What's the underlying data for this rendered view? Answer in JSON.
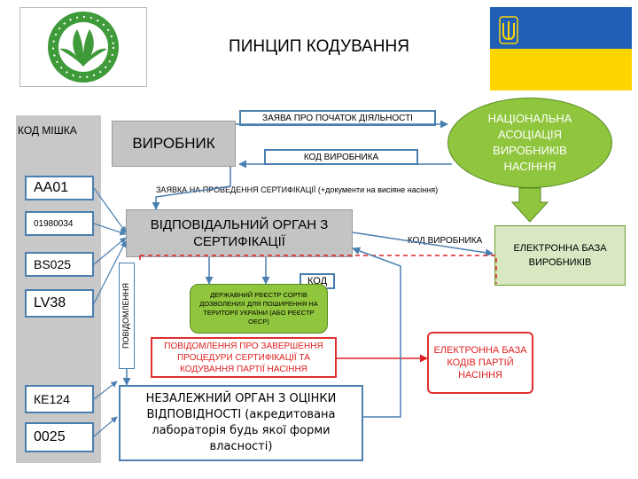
{
  "title": "ПИНЦИП КОДУВАННЯ",
  "bag_code": {
    "header": "КОД МІШКА",
    "items": [
      "АА01",
      "01980034",
      "BS025",
      "LV38",
      "КЕ124",
      "0025"
    ]
  },
  "notification_vertical": "ПОВІДОМЛЕННЯ",
  "producer": "ВИРОБНИК",
  "application_start": "ЗАЯВА ПРО ПОЧАТОК ДІЯЛЬНОСТІ",
  "producer_code_top": "КОД ВИРОБНИКА",
  "association": "НАЦІОНАЛЬНА АСОЦІАЦІЯ ВИРОБНИКІВ НАСІННЯ",
  "application_certification": "ЗАЯВКА НА ПРОВЕДЕННЯ СЕРТИФІКАЦІЇ (+документи на висіяне насіння)",
  "cert_body": "ВІДПОВІДАЛЬНИЙ ОРГАН З СЕРТИФІКАЦІЇ",
  "producer_code_mid": "КОД ВИРОБНИКА",
  "electronic_producers_db": "ЕЛЕКТРОННА БАЗА ВИРОБНИКІВ",
  "code_label": "КОД",
  "state_register": "ДЕРЖАВНИЙ РЕЄСТР СОРТІВ ДОЗВОЛЕНИХ ДЛЯ ПОШИРЕННЯ НА ТЕРИТОРІЇ УКРАЇНИ (АБО РЕЄСТР ОЕСР)",
  "completion_notice": "ПОВІДОМЛЕННЯ ПРО ЗАВЕРШЕННЯ ПРОЦЕДУРИ СЕРТИФІКАЦІЇ ТА КОДУВАННЯ ПАРТІЇ НАСІННЯ",
  "electronic_lots_db": "ЕЛЕКТРОННА БАЗА КОДІВ ПАРТІЙ НАСІННЯ",
  "independent_body": "НЕЗАЛЕЖНИЙ ОРГАН З ОЦІНКИ ВІДПОВІДНОСТІ (акредитована лабораторія будь якої форми власності)",
  "colors": {
    "blue": "#4a7fb0",
    "green": "#8fc63d",
    "red": "#e02020",
    "grey": "#c4c4c4",
    "flag_blue": "#1f5fb8",
    "flag_yellow": "#ffd500"
  }
}
